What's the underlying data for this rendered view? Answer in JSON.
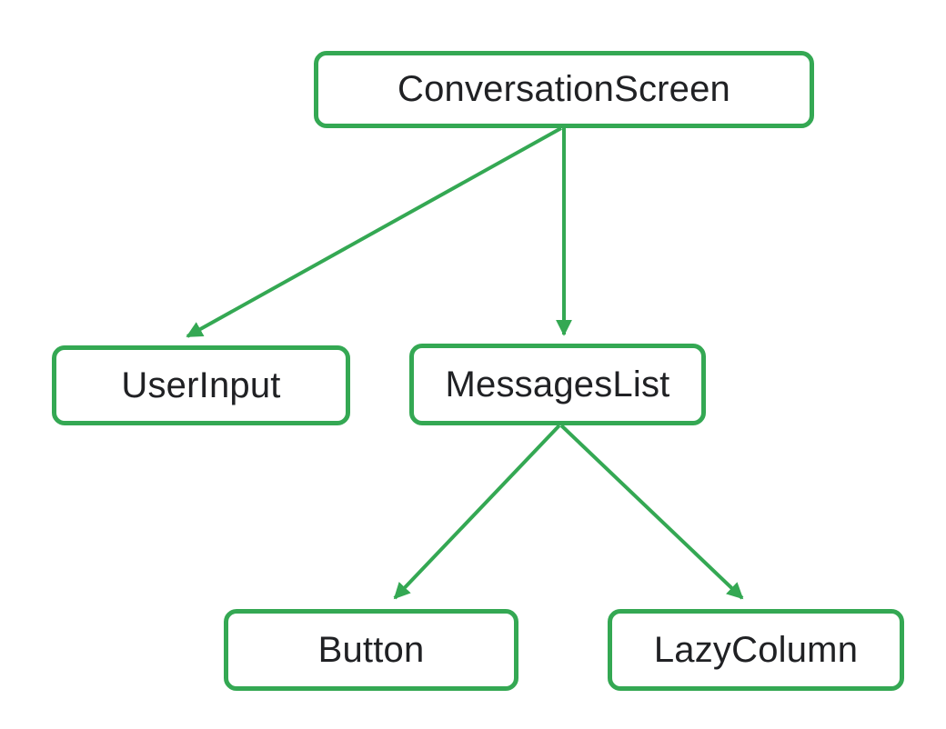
{
  "diagram": {
    "type": "tree",
    "description": "Compose UI component hierarchy tree",
    "accent_color": "#34A853",
    "text_color": "#202124",
    "background_color": "#ffffff",
    "nodes": {
      "conversation_screen": {
        "label": "ConversationScreen"
      },
      "user_input": {
        "label": "UserInput"
      },
      "messages_list": {
        "label": "MessagesList"
      },
      "button": {
        "label": "Button"
      },
      "lazy_column": {
        "label": "LazyColumn"
      }
    },
    "edges": [
      {
        "from": "ConversationScreen",
        "to": "UserInput"
      },
      {
        "from": "ConversationScreen",
        "to": "MessagesList"
      },
      {
        "from": "MessagesList",
        "to": "Button"
      },
      {
        "from": "MessagesList",
        "to": "LazyColumn"
      }
    ]
  }
}
